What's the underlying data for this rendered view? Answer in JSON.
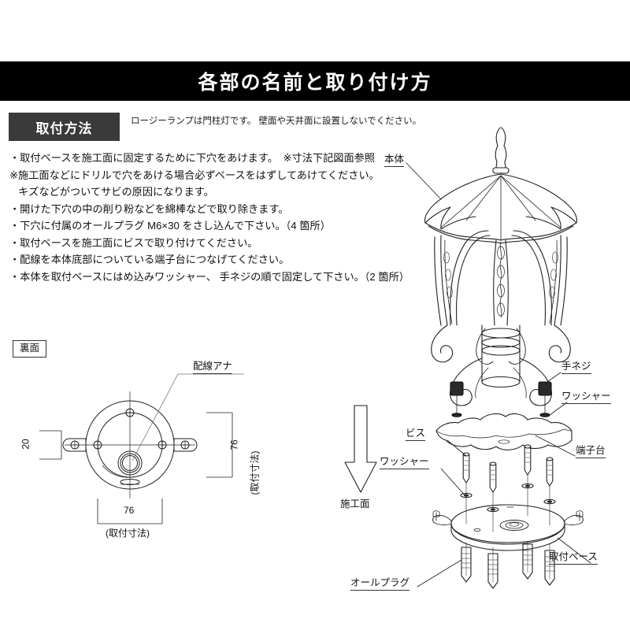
{
  "header": {
    "title": "各部の名前と取り付け方"
  },
  "method": {
    "badge_label": "取付方法",
    "note": "ロージーランプは門柱灯です。 壁面や天井面に設置しないでください。"
  },
  "instructions": [
    {
      "text": "・取付ベースを施工面に固定するために下穴をあけます。　※寸法下記図面参照",
      "indent": false
    },
    {
      "text": "※施工面などにドリルで穴をあける場合必ずベースをはずしてあけてください。",
      "indent": false
    },
    {
      "text": "キズなどがついてサビの原因になります。",
      "indent": true
    },
    {
      "text": "・開けた下穴の中の削り粉などを綿棒などで取り除きます。",
      "indent": false
    },
    {
      "text": "・下穴に付属のオールプラグ M6×30 をさし込んで下さい。（4 箇所）",
      "indent": false
    },
    {
      "text": "・取付ベースを施工面にビスで取り付けてください。",
      "indent": false
    },
    {
      "text": "・配線を本体底部についている端子台につなげてください。",
      "indent": false
    },
    {
      "text": "・本体を取付ベースにはめ込みワッシャー、 手ネジの順で固定して下さい。（2 箇所）",
      "indent": false
    }
  ],
  "backview": {
    "box_label": "裏面",
    "hole_label": "配線アナ",
    "dim_left_value": "20",
    "dim_bottom_value": "76",
    "dim_bottom_note": "(取付寸法)",
    "dim_right_value": "76",
    "dim_right_note": "(取付寸法)"
  },
  "lamp_callouts": {
    "body": "本体",
    "thumb_screw": "手ネジ",
    "washer_upper": "ワッシャー",
    "screw": "ビス",
    "washer_lower": "ワッシャー",
    "terminal_block": "端子台",
    "mounting_base": "取付ベース",
    "all_plug": "オールプラグ",
    "work_surface": "施工面"
  },
  "colors": {
    "header_bg": "#000000",
    "header_text": "#ffffff",
    "badge_bg": "#3a3a3a",
    "line": "#222222",
    "page_bg": "#ffffff"
  }
}
